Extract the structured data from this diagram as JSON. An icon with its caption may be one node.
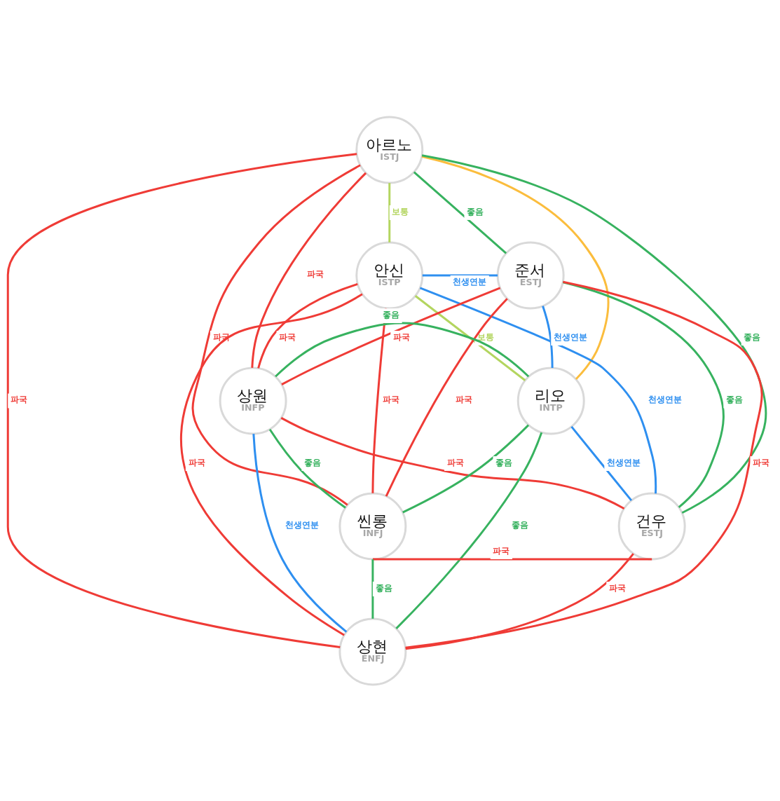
{
  "diagram": {
    "nodes": [
      {
        "text": [
          "아르노",
          "ISTJ"
        ]
      },
      {
        "text": [
          "안신",
          "ISTP"
        ]
      },
      {
        "text": [
          "준서",
          "ESTJ"
        ]
      },
      {
        "text": [
          "상원",
          "INFP"
        ]
      },
      {
        "text": [
          "리오",
          "INTP"
        ]
      },
      {
        "text": [
          "씬롱",
          "INFJ"
        ]
      },
      {
        "text": [
          "건우",
          "ESTJ"
        ]
      },
      {
        "text": [
          "상현",
          "ENFJ"
        ]
      }
    ],
    "edges": [
      {
        "from": 0,
        "to": 1,
        "arrow": "none",
        "label": "보통",
        "color": "#b3d55f"
      },
      {
        "from": 0,
        "to": 2,
        "arrow": "none",
        "label": "좋음",
        "color": "#37b25f"
      },
      {
        "from": 0,
        "to": 3,
        "arrow": "none",
        "label": "파국",
        "color": "#ef3b36"
      },
      {
        "from": 0,
        "to": 4,
        "arrow": "none",
        "color": "#fbbd3d"
      },
      {
        "from": 0,
        "to": 5,
        "arrow": "none",
        "label": "파국",
        "color": "#ef3b36"
      },
      {
        "from": 0,
        "to": 6,
        "arrow": "none",
        "label": "좋음",
        "color": "#37b25f"
      },
      {
        "from": 0,
        "to": 7,
        "arrow": "none",
        "label": "파국",
        "color": "#ef3b36"
      },
      {
        "from": 1,
        "to": 2,
        "arrow": "none",
        "label": "천생연분",
        "color": "#2e8ff0"
      },
      {
        "from": 1,
        "to": 3,
        "arrow": "none",
        "label": "파국",
        "color": "#ef3b36"
      },
      {
        "from": 1,
        "to": 4,
        "arrow": "none",
        "label": "보통",
        "color": "#b3d55f"
      },
      {
        "from": 1,
        "to": 5,
        "arrow": "none",
        "label": "파국",
        "color": "#ef3b36"
      },
      {
        "from": 1,
        "to": 6,
        "arrow": "none",
        "label": "천생연분",
        "color": "#2e8ff0"
      },
      {
        "from": 1,
        "to": 7,
        "arrow": "none",
        "label": "파국",
        "color": "#ef3b36"
      },
      {
        "from": 2,
        "to": 3,
        "arrow": "none",
        "label": "파국",
        "color": "#ef3b36"
      },
      {
        "from": 2,
        "to": 4,
        "arrow": "none",
        "label": "천생연분",
        "color": "#2e8ff0"
      },
      {
        "from": 2,
        "to": 5,
        "arrow": "none",
        "label": "파국",
        "color": "#ef3b36"
      },
      {
        "from": 2,
        "to": 6,
        "arrow": "none",
        "label": "좋음",
        "color": "#37b25f"
      },
      {
        "from": 2,
        "to": 7,
        "arrow": "none",
        "label": "파국",
        "color": "#ef3b36"
      },
      {
        "from": 3,
        "to": 4,
        "arrow": "none",
        "label": "좋음",
        "color": "#37b25f"
      },
      {
        "from": 3,
        "to": 5,
        "arrow": "none",
        "label": "좋음",
        "color": "#37b25f"
      },
      {
        "from": 3,
        "to": 6,
        "arrow": "none",
        "label": "파국",
        "color": "#ef3b36"
      },
      {
        "from": 3,
        "to": 7,
        "arrow": "none",
        "label": "천생연분",
        "color": "#2e8ff0"
      },
      {
        "from": 4,
        "to": 5,
        "arrow": "none",
        "label": "좋음",
        "color": "#37b25f"
      },
      {
        "from": 4,
        "to": 6,
        "arrow": "none",
        "label": "천생연분",
        "color": "#2e8ff0"
      },
      {
        "from": 4,
        "to": 7,
        "arrow": "none",
        "label": "좋음",
        "color": "#37b25f"
      },
      {
        "from": 5,
        "to": 6,
        "arrow": "none",
        "label": "파국",
        "color": "#ef3b36"
      },
      {
        "from": 5,
        "to": 7,
        "arrow": "none",
        "label": "좋음",
        "color": "#37b25f"
      },
      {
        "from": 6,
        "to": 7,
        "arrow": "none",
        "label": "파국",
        "color": "#ef3b36"
      }
    ]
  }
}
